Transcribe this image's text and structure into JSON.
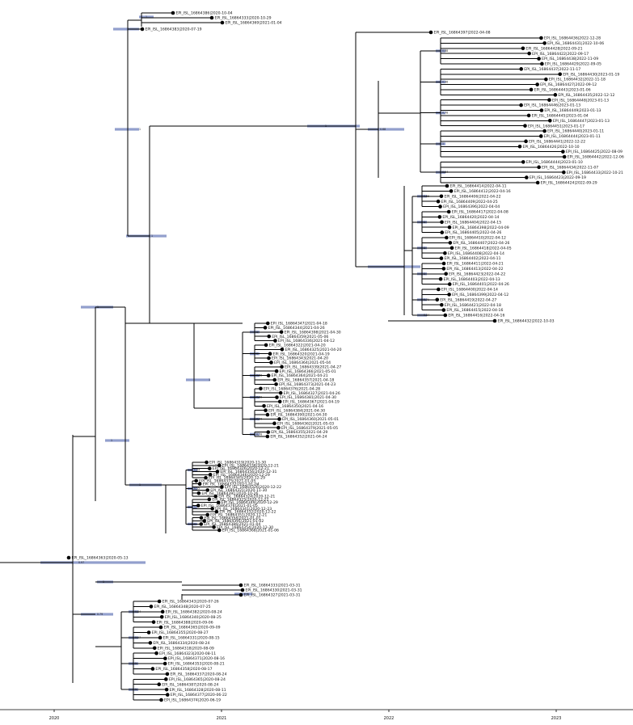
{
  "axis": {
    "ticks": [
      "2020",
      "2021",
      "2022",
      "2023"
    ],
    "years": [
      2020,
      2021,
      2022,
      2023
    ]
  },
  "colors": {
    "branch": "#000000",
    "hpd_bar": "#7f8ec4",
    "tip": "#000000"
  },
  "tree": {
    "support_labels": [
      "1",
      "1",
      "1",
      "1",
      "0.68",
      "0.88",
      "0.96",
      "0.78",
      "1",
      "0.64",
      "0.55",
      "1",
      "1",
      "1",
      "0.79",
      "0.84",
      "0.97",
      "1"
    ],
    "groups": {
      "g2020a": [
        "EPI_ISL_16864386|2020-10-04",
        "EPI_ISL_16864333|2020-10-29",
        "EPI_ISL_16864369|2021-01-04"
      ],
      "g2020b": [
        "EPI_ISL_16864383|2020-07-19"
      ],
      "big2022": [
        "EPI_ISL_16864397|2022-04-08",
        "EPI_ISL_16864436|2022-12-28",
        "EPI_ISL_16864431|2022-10-06",
        "EPI_ISL_16864428|2022-09-21",
        "EPI_ISL_16864422|2022-09-17",
        "EPI_ISL_16864438|2022-11-09",
        "EPI_ISL_16864429|2022-09-05",
        "EPI_ISL_16864437|2022-11-17",
        "EPI_ISL_16864430|2023-01-19",
        "EPI_ISL_16864432|2022-11-18",
        "EPI_ISL_16864427|2022-09-12",
        "EPI_ISL_16864443|2023-01-06",
        "EPI_ISL_16864435|2022-12-12",
        "EPI_ISL_16864448|2023-01-13",
        "EPI_ISL_16864446|2023-01-13",
        "EPI_ISL_16864449|2023-01-13",
        "EPI_ISL_16864445|2023-01-04",
        "EPI_ISL_16864447|2023-01-13",
        "EPI_ISL_16864451|2023-01-17",
        "EPI_ISL_16864440|2023-01-11",
        "EPI_ISL_16864444|2023-01-11",
        "EPI_ISL_16864441|2022-12-22",
        "EPI_ISL_16864426|2022-10-10",
        "EPI_ISL_16864425|2022-08-09",
        "EPI_ISL_16864442|2022-12-06",
        "EPI_ISL_16864444|2023-01-10",
        "EPI_ISL_16864434|2022-11-07",
        "EPI_ISL_16864433|2022-10-21",
        "EPI_ISL_16864423|2022-09-19",
        "EPI_ISL_16864424|2022-09-29",
        "EPI_ISL_16864414|2022-04-11",
        "EPI_ISL_16864412|2022-04-16",
        "EPI_ISL_16864406|2022-04-22",
        "EPI_ISL_16864409|2022-04-25",
        "EPI_ISL_16864396|2022-04-04",
        "EPI_ISL_16864417|2022-04-08",
        "EPI_ISL_16864420|2022-04-14",
        "EPI_ISL_16864404|2022-04-15",
        "EPI_ISL_16864398|2022-04-09",
        "EPI_ISL_16864405|2022-04-26",
        "EPI_ISL_16864410|2022-04-12",
        "EPI_ISL_16864407|2022-04-26",
        "EPI_ISL_16864418|2022-04-05",
        "EPI_ISL_16864408|2022-04-14",
        "EPI_ISL_16864402|2022-04-11",
        "EPI_ISL_16864411|2022-04-21",
        "EPI_ISL_16864413|2022-04-22",
        "EPI_ISL_16864423|2022-04-22",
        "EPI_ISL_16864403|2022-04-13",
        "EPI_ISL_16864401|2022-04-26",
        "EPI_ISL_16864400|2022-04-14",
        "EPI_ISL_16864399|2022-04-12",
        "EPI_ISL_16864419|2022-04-27",
        "EPI_ISL_16864421|2022-04-18",
        "EPI_ISL_16864415|2022-04-16",
        "EPI_ISL_16864416|2022-04-16",
        "EPI_ISL_16864432|2022-10-03"
      ],
      "g2021apr": [
        "EPI_ISL_16864347|2021-04-18",
        "EPI_ISL_16864344|2021-04-26",
        "EPI_ISL_16864398|2021-04-30",
        "EPI_ISL_16864359|2021-05-06",
        "EPI_ISL_16864336|2021-04-12",
        "EPI_ISL_16864322|2021-04-20",
        "EPI_ISL_16864325|2021-04-20",
        "EPI_ISL_16864320|2021-04-19",
        "EPI_ISL_16864343|2021-04-20",
        "EPI_ISL_16864364|2021-05-04",
        "EPI_ISL_16864339|2021-04-27",
        "EPI_ISL_16864366|2021-05-01",
        "EPI_ISL_16864364|2021-04-21",
        "EPI_ISL_16864357|2021-04-18",
        "EPI_ISL_16864373|2021-04-23",
        "EPI_ISL_16864376|2021-04-28",
        "EPI_ISL_16864327|2021-04-26",
        "EPI_ISL_16864381|2021-04-30",
        "EPI_ISL_16864367|2021-04-19",
        "EPI_ISL_16864350|2021-04-16",
        "EPI_ISL_16864384|2021-04-30",
        "EPI_ISL_16864390|2021-04-30",
        "EPI_ISL_16864360|2021-05-01",
        "EPI_ISL_16864362|2021-05-03",
        "EPI_ISL_16864379|2021-05-05",
        "EPI_ISL_16864355|2021-04-29",
        "EPI_ISL_16864352|2021-04-24"
      ],
      "g2020dec": [
        "EPI_ISL_16864319|2020-11-30",
        "EPI_ISL_16864338|2020-12-21",
        "EPI_ISL_16864326|2020-12-21",
        "EPI_ISL_16864356|2020-12-31",
        "EPI_ISL_16864346|2020-12-29",
        "EPI_ISL_16864345|2020-12-29",
        "EPI_ISL_16864375|2021-01-05",
        "EPI_ISL_16864372|2021-01-04",
        "EPI_ISL_16864326|2020-12-22",
        "EPI_ISL_16864321|2020-11-30",
        "EPI_ISL_16864391|2020-10-26",
        "EPI_ISL_16864324|2020-12-21",
        "EPI_ISL_16864325|2020-12-22",
        "EPI_ISL_16864349|2020-12-29",
        "EPI_ISL_16864376|2021-01-05",
        "EPI_ISL_16864341|2020-12-23",
        "EPI_ISL_16864332|2020-12-22",
        "EPI_ISL_16864351|2020-12-21",
        "EPI_ISL_16864358|2021-01-01",
        "EPI_ISL_16864391|2021-01-02",
        "EPI_ISL_16864386|2021-01-04",
        "EPI_ISL_16864354|2020-12-30",
        "EPI_ISL_16864368|2021-01-06"
      ],
      "g2020may": [
        "EPI_ISL_16864363|2020-05-13"
      ],
      "g2021mar": [
        "EPI_ISL_16864333|2021-03-31",
        "EPI_ISL_16864330|2021-03-31",
        "EPI_ISL_16864327|2021-03-31"
      ],
      "g2020aug": [
        "EPI_ISL_16864343|2020-07-26",
        "EPI_ISL_16864348|2020-07-25",
        "EPI_ISL_16864382|2020-08-24",
        "EPI_ISL_16864340|2020-08-25",
        "EPI_ISL_16864388|2020-09-06",
        "EPI_ISL_16864365|2020-09-09",
        "EPI_ISL_16864355|2020-08-27",
        "EPI_ISL_16864331|2020-08-15",
        "EPI_ISL_16864334|2020-08-24",
        "EPI_ISL_16864318|2020-08-09",
        "EPI_ISL_16864323|2020-08-11",
        "EPI_ISL_16864371|2020-08-16",
        "EPI_ISL_16864353|2020-08-21",
        "EPI_ISL_16864358|2020-08-17",
        "EPI_ISL_16864337|2020-08-24",
        "EPI_ISL_16864365|2020-08-24",
        "EPI_ISL_16864387|2020-08-24",
        "EPI_ISL_16864328|2020-08-11",
        "EPI_ISL_16864377|2020-06-22",
        "EPI_ISL_16864374|2020-06-19"
      ]
    }
  }
}
